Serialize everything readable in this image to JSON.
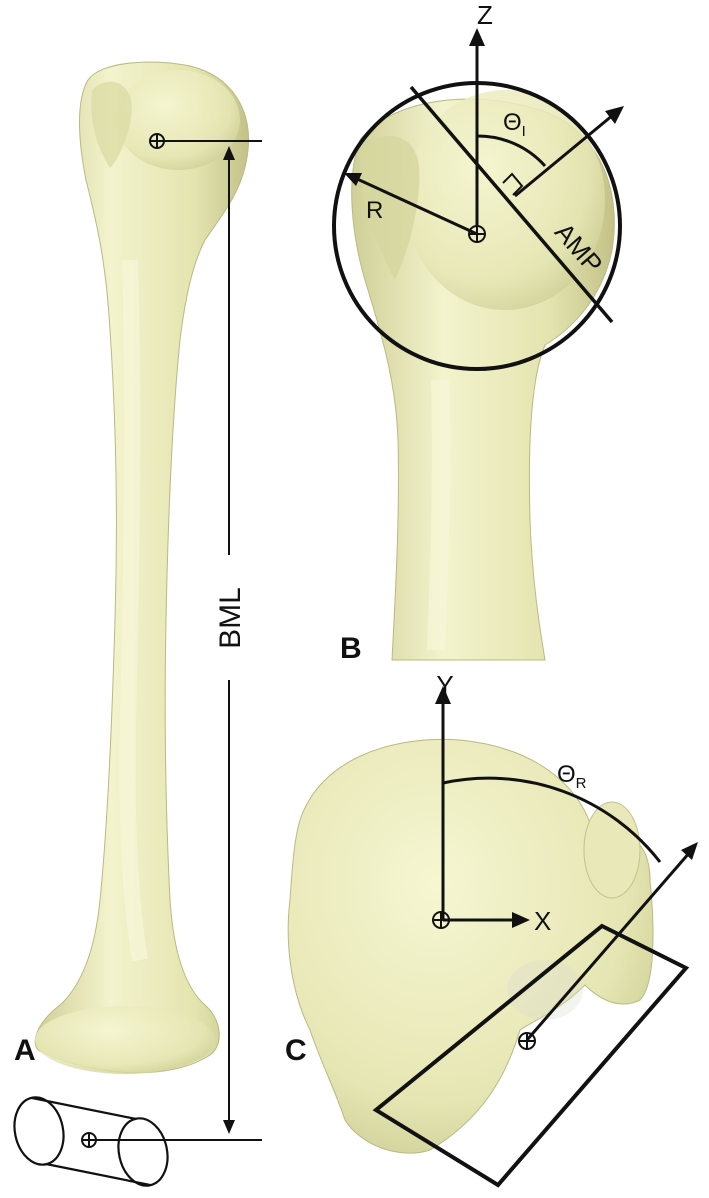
{
  "panels": {
    "a": {
      "letter": "A",
      "measure": "BML"
    },
    "b": {
      "letter": "B",
      "axis": "Z",
      "angle": "Θ",
      "angle_sub": "I",
      "radius": "R",
      "measure": "AMP"
    },
    "c": {
      "letter": "C",
      "axis_y": "Y",
      "axis_x": "X",
      "angle": "Θ",
      "angle_sub": "R"
    }
  },
  "colors": {
    "bone": "#eeeebf",
    "bone_shade": "#cfcf98",
    "line": "#111111"
  }
}
